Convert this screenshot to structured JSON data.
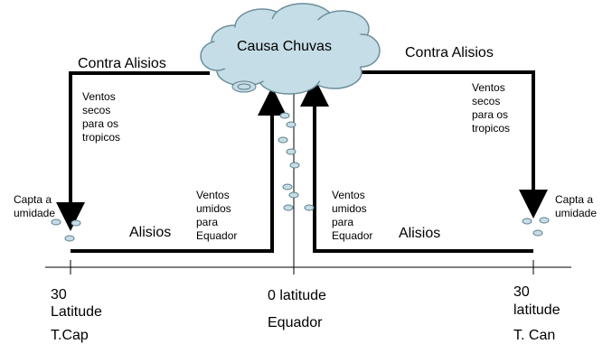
{
  "diagram": {
    "cloud_label": "Causa Chuvas",
    "upper_left_label": "Contra Alisios",
    "upper_right_label": "Contra Alisios",
    "left_descend_label": "Ventos\nsecos\npara os\ntropicos",
    "right_descend_label": "Ventos\nsecos\npara os\ntropicos",
    "left_capture_label": "Capta a\numidade",
    "right_capture_label": "Capta a\numidade",
    "left_surface_label": "Alisios",
    "right_surface_label": "Alisios",
    "left_rise_label": "Ventos\numidos\npara\nEquador",
    "right_rise_label": "Ventos\numidos\npara\nEquador",
    "left_lat_number": "30",
    "left_lat_word": "Latitude",
    "left_lat_name": "T.Cap",
    "center_lat": "0 latitude",
    "center_name": "Equador",
    "right_lat_number": "30",
    "right_lat_word": "latitude",
    "right_lat_name": "T. Can",
    "colors": {
      "cloud_fill": "#c5dde6",
      "cloud_stroke": "#6e8f9c",
      "droplet_fill": "#c5dde6",
      "droplet_stroke": "#5f7f8c",
      "arrow": "#000000",
      "axis": "#000000"
    }
  }
}
